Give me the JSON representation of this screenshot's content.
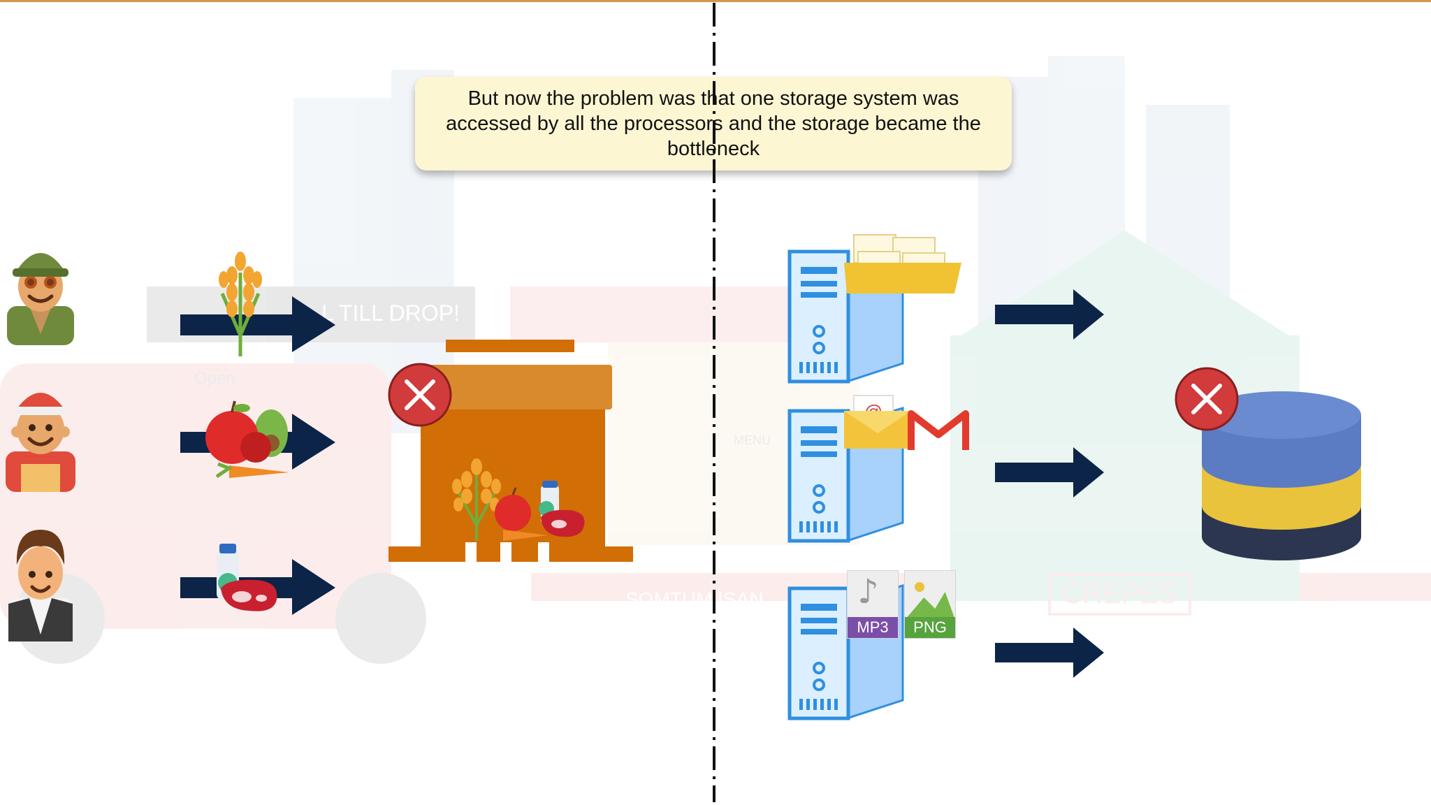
{
  "caption": {
    "text": "But now the problem was that one storage system was accessed by all the processors and the storage became the bottleneck"
  },
  "background_sign": {
    "text": "L TILL DROP!"
  },
  "background_shop_sign": {
    "text": "Open"
  },
  "background_menu": {
    "text": "MENU"
  },
  "background_stall_sign": {
    "text": "SOMTUM ISAN"
  },
  "background_crepes_sign": {
    "text": "CREPES"
  },
  "file_labels": {
    "mp3": "MP3",
    "png": "PNG"
  },
  "colors": {
    "arrow": "#0b2447",
    "x_badge": "#d13b3b",
    "warehouse": "#d26e06",
    "server_blue": "#2f8fe0",
    "db_blue": "#5b7cc2",
    "db_yellow": "#e9c33c",
    "db_dark": "#2c3650",
    "divider": "#111111",
    "top_border": "#d09a4a"
  },
  "icons": [
    "farmer-icon",
    "grocer-icon",
    "butcher-icon",
    "wheat-icon",
    "fruit-vegetable-icon",
    "meat-milk-icon",
    "warehouse-icon",
    "x-badge-icon",
    "server-icon",
    "folder-icon",
    "email-icon",
    "gmail-icon",
    "music-file-icon",
    "image-file-icon",
    "database-icon",
    "arrow-right-icon"
  ]
}
